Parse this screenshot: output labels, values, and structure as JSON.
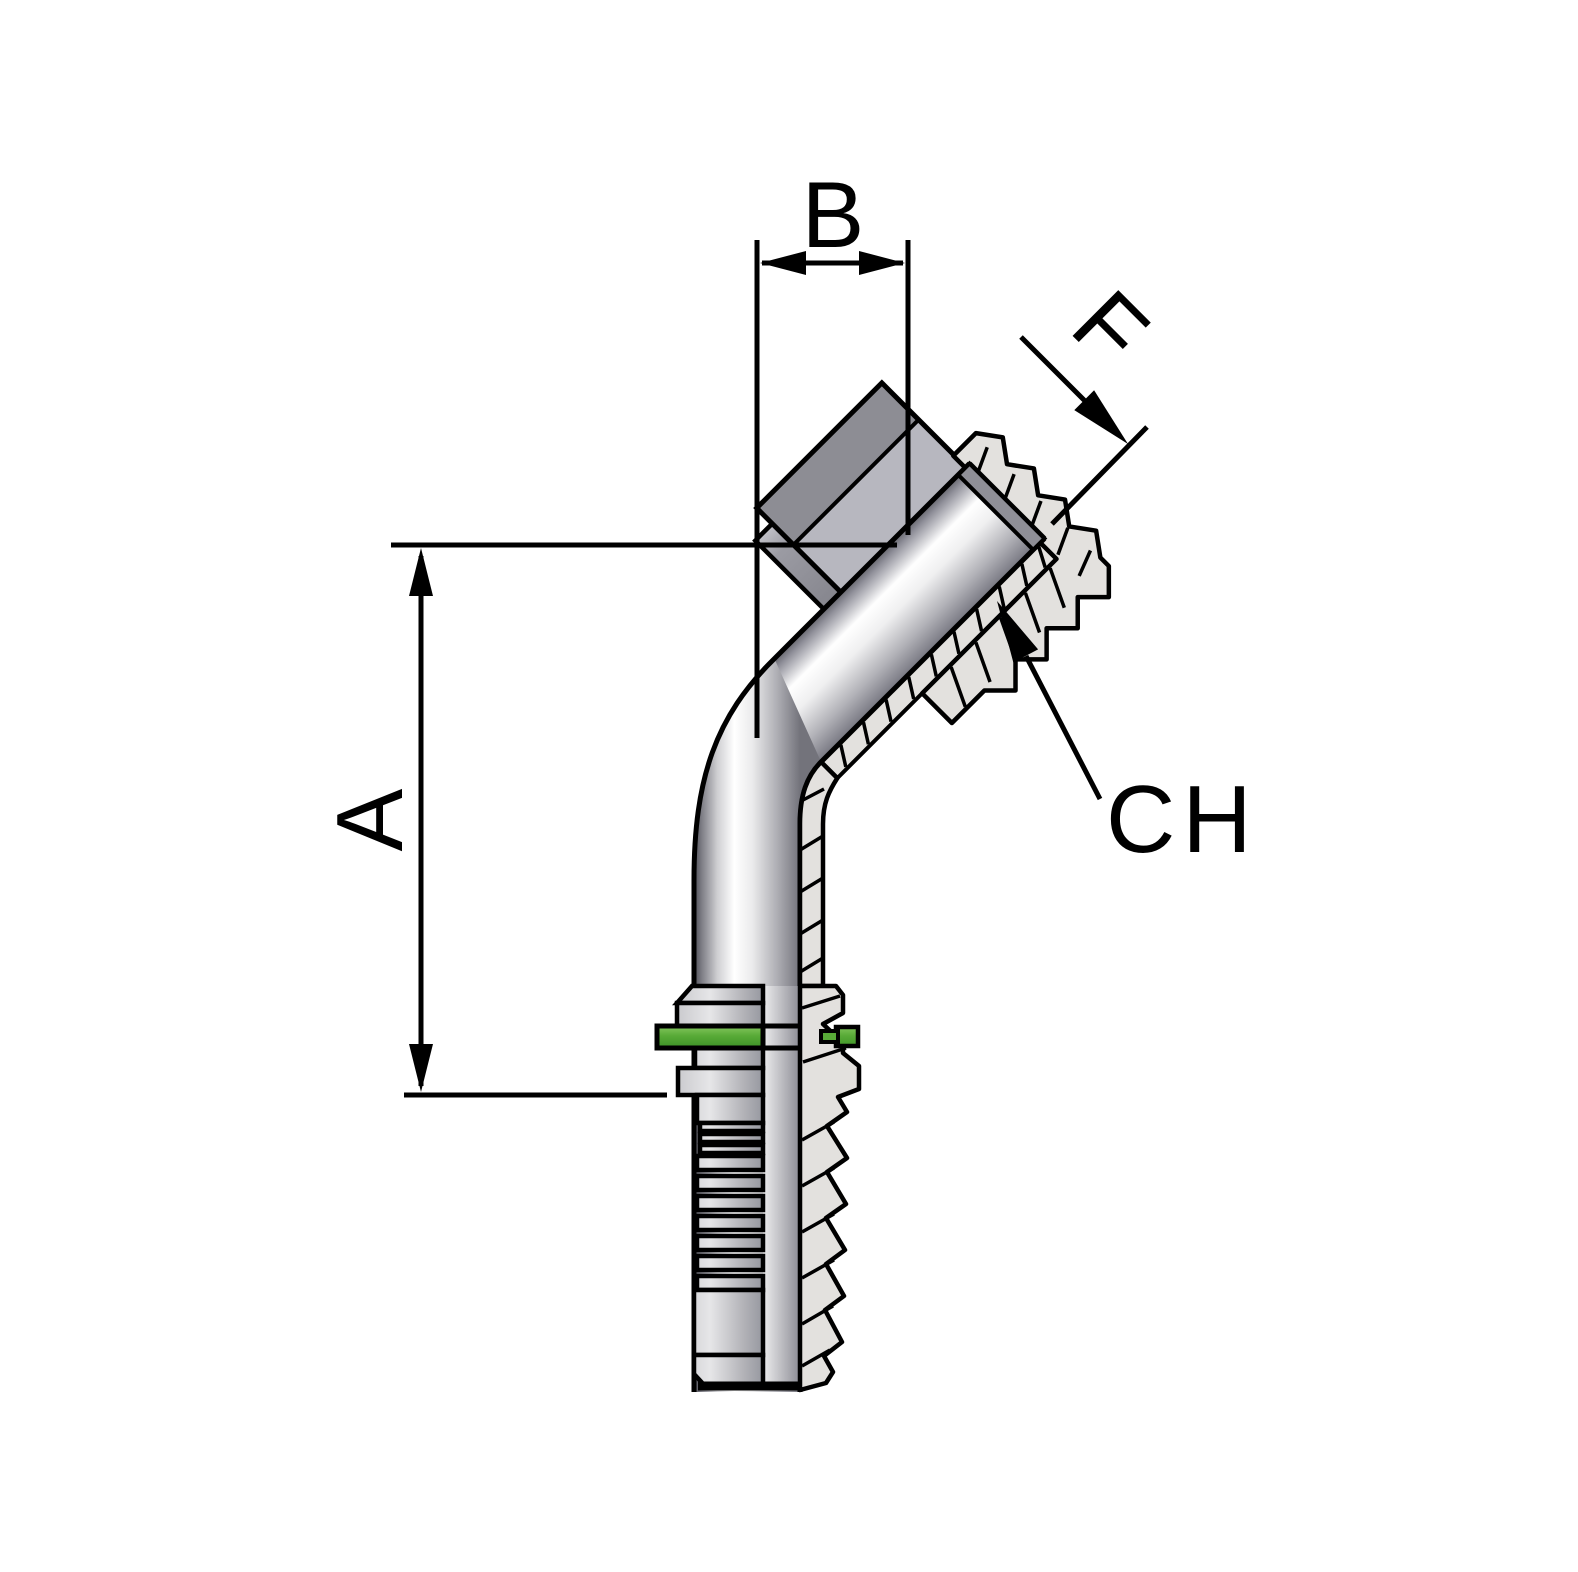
{
  "diagram": {
    "labels": {
      "a": "A",
      "b": "B",
      "f": "F",
      "ch": "CH"
    },
    "colors": {
      "outline": "#000000",
      "background": "#ffffff",
      "nut_dark_face": "#8d8d94",
      "nut_light_face": "#b7b7bf",
      "washer": "#9b9ba3",
      "section_hatch": "#e3e1de",
      "end_face_rim": "#8f8f97",
      "tube_shadow": "#4f4f57",
      "tube_highlight": "#ffffff",
      "oring_green_light": "#84c65e",
      "oring_green": "#58aa37",
      "oring_green_dark": "#3c9226"
    }
  }
}
